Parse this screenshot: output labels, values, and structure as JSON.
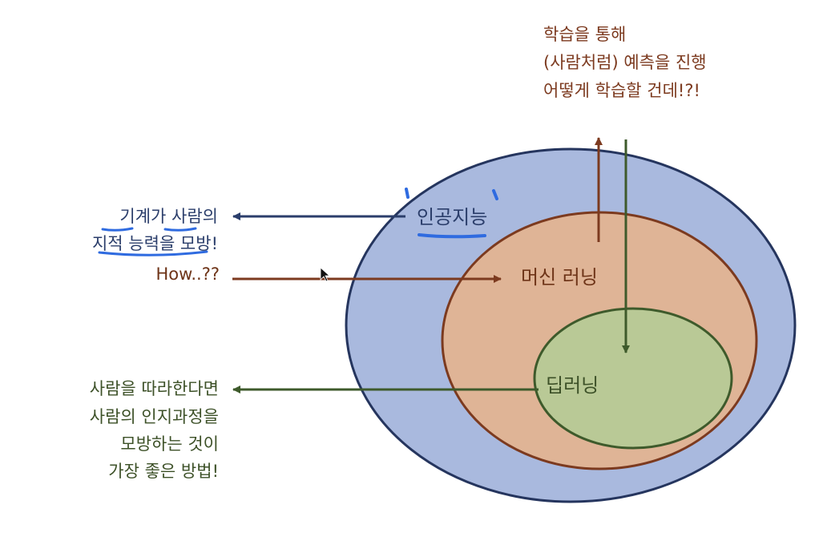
{
  "diagram": {
    "ai": {
      "label": "인공지능"
    },
    "ml": {
      "label": "머신 러닝"
    },
    "dl": {
      "label": "딥러닝"
    }
  },
  "notes": {
    "ai_left": [
      "기계가 사람의",
      "지적 능력을 모방!"
    ],
    "ml_left": [
      "How..??"
    ],
    "dl_left": [
      "사람을 따라한다면",
      "사람의 인지과정을",
      "모방하는 것이",
      "가장 좋은 방법!"
    ],
    "top_right": [
      "학습을 통해",
      "(사람처럼) 예측을 진행",
      "어떻게 학습할 건데!?!"
    ]
  },
  "colors": {
    "ai_fill": "#a9b9de",
    "ai_stroke": "#25355e",
    "ml_fill": "#dfb496",
    "ml_stroke": "#7c3a1f",
    "dl_fill": "#b9c996",
    "dl_stroke": "#3e5a2b",
    "ai_text": "#2b3e6b",
    "ml_text": "#6e3418",
    "dl_text": "#3d5128",
    "highlight": "#2f6be0"
  }
}
